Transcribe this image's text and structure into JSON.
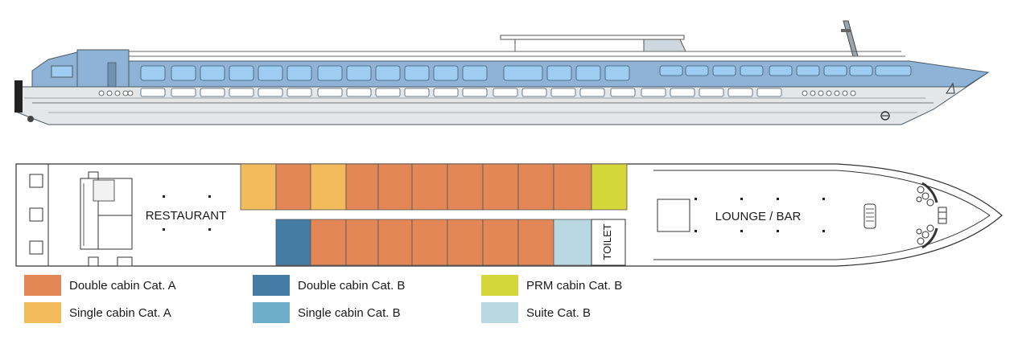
{
  "colors": {
    "double_a": "#E38757",
    "single_a": "#F2BC5C",
    "double_b": "#457CA6",
    "single_b": "#6EAECB",
    "prm_b": "#D5D63A",
    "suite_b": "#B9D8E1",
    "hull_blue": "#8EB3D6",
    "window_blue": "#9FCDF1",
    "outline": "#333333"
  },
  "deck": {
    "restaurant_label": "RESTAURANT",
    "lounge_label": "LOUNGE / BAR",
    "toilet_label": "TOILET",
    "top_row": [
      "single_a",
      "double_a",
      "single_a",
      "double_a",
      "double_a",
      "double_a",
      "double_a",
      "double_a",
      "double_a",
      "double_a",
      "prm_b"
    ],
    "bottom_row": [
      "double_b",
      "double_a",
      "double_a",
      "double_a",
      "double_a",
      "double_a",
      "double_a",
      "double_a",
      "suite_b"
    ]
  },
  "legend": [
    {
      "key": "double_a",
      "label": "Double cabin Cat. A"
    },
    {
      "key": "single_a",
      "label": "Single cabin Cat. A"
    },
    {
      "key": "double_b",
      "label": "Double cabin Cat. B"
    },
    {
      "key": "single_b",
      "label": "Single cabin Cat. B"
    },
    {
      "key": "prm_b",
      "label": "PRM cabin Cat. B"
    },
    {
      "key": "suite_b",
      "label": "Suite Cat. B"
    }
  ]
}
